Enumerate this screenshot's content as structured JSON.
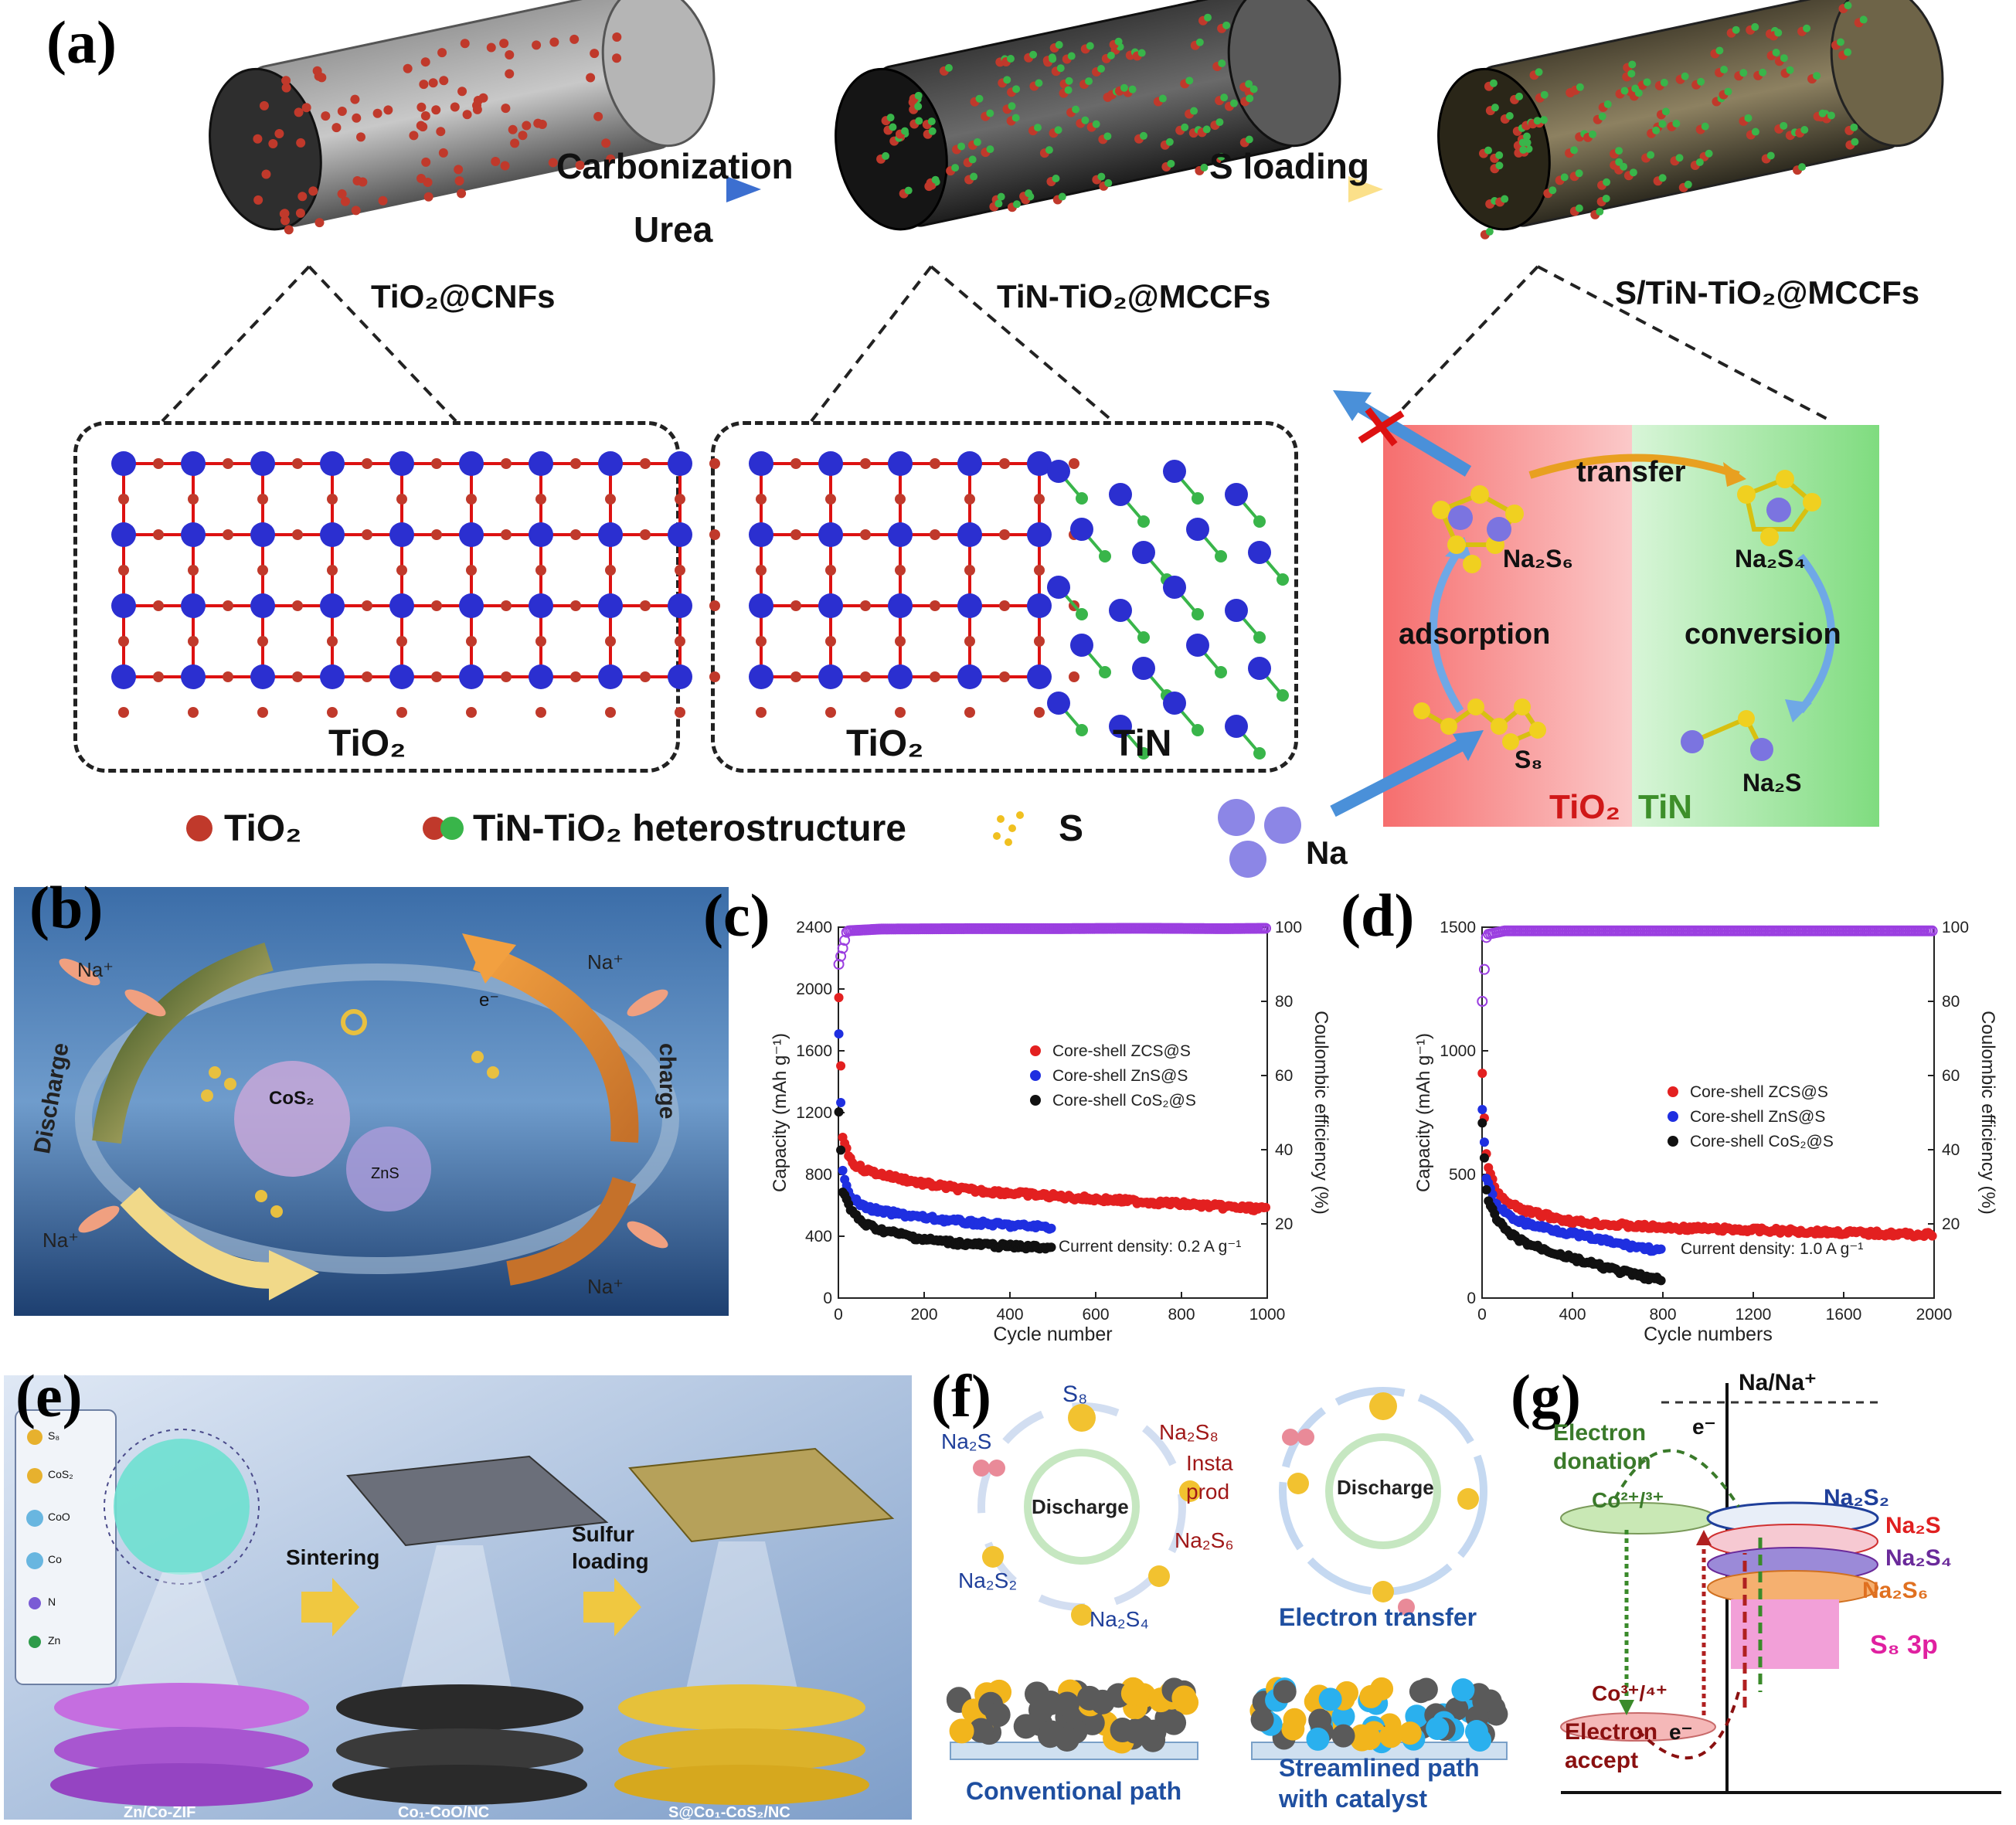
{
  "panels": {
    "a": "(a)",
    "b": "(b)",
    "c": "(c)",
    "d": "(d)",
    "e": "(e)",
    "f": "(f)",
    "g": "(g)"
  },
  "panel_a": {
    "arrow1_top": "Carbonization",
    "arrow1_bottom": "Urea",
    "arrow2_top": "S loading",
    "fiber1_label": "TiO₂@CNFs",
    "fiber2_label": "TiN-TiO₂@MCCFs",
    "fiber3_label": "S/TiN-TiO₂@MCCFs",
    "lattice1_label": "TiO₂",
    "lattice2_label_left": "TiO₂",
    "lattice2_label_right": "TiN",
    "legend_tio2": "TiO₂",
    "legend_hetero": "TiN-TiO₂ heterostructure",
    "legend_s": "S",
    "legend_na": "Na",
    "mech_transfer": "transfer",
    "mech_na2s6": "Na₂S₆",
    "mech_na2s4": "Na₂S₄",
    "mech_adsorption": "adsorption",
    "mech_conversion": "conversion",
    "mech_s8": "S₈",
    "mech_na2s": "Na₂S",
    "mech_tio2": "TiO₂",
    "mech_tin": "TiN",
    "colors": {
      "tio2_red": "#c0392b",
      "tin_green": "#39b54a",
      "ti_blue": "#2b2fd0",
      "mech_red": "#f47c7c",
      "mech_green": "#8fe08f"
    }
  },
  "panel_b": {
    "discharge": "Discharge",
    "charge": "charge",
    "ion": "Na⁺",
    "cos2": "CoS₂",
    "zns": "ZnS",
    "electron": "e⁻"
  },
  "panel_e": {
    "legend_items": [
      "S₈",
      "CoS₂",
      "CoO",
      "Co",
      "N",
      "Zn"
    ],
    "step1": "Sintering",
    "step2_line1": "Sulfur",
    "step2_line2": "loading",
    "label1": "Zn/Co-ZIF",
    "label2": "Co₁-CoO/NC",
    "label3": "S@Co₁-CoS₂/NC"
  },
  "panel_f": {
    "s8": "S₈",
    "na2s8": "Na₂S₈",
    "insta": "Insta",
    "prod": "prod",
    "na2s6": "Na₂S₆",
    "na2s4": "Na₂S₄",
    "na2s2": "Na₂S₂",
    "na2s": "Na₂S",
    "discharge": "Discharge",
    "discharge2": "Discharge",
    "electron_transfer": "Electron transfer",
    "conventional": "Conventional path",
    "streamlined1": "Streamlined path",
    "streamlined2": "with catalyst"
  },
  "panel_g": {
    "ref": "Na/Na⁺",
    "donation1": "Electron",
    "donation2": "donation",
    "co23": "Co²⁺/³⁺",
    "co34": "Co³⁺/⁴⁺",
    "accept1": "Electron",
    "accept2": "accept",
    "electron_top": "e⁻",
    "electron_bottom": "e⁻",
    "na2s2": "Na₂S₂",
    "na2s": "Na₂S",
    "na2s4": "Na₂S₄",
    "na2s6": "Na₂S₆",
    "s8_3p": "S₈ 3p"
  },
  "chart_data": [
    {
      "type": "scatter",
      "id": "c",
      "xlabel": "Cycle number",
      "ylabel": "Capacity (mAh g⁻¹)",
      "y2label": "Coulombic efficiency (%)",
      "xlim": [
        0,
        1000
      ],
      "ylim": [
        0,
        2400
      ],
      "y2lim": [
        0,
        100
      ],
      "xticks": [
        0,
        200,
        400,
        600,
        800,
        1000
      ],
      "yticks": [
        0,
        400,
        800,
        1200,
        1600,
        2000,
        2400
      ],
      "y2ticks": [
        20,
        40,
        60,
        80,
        100
      ],
      "annotation": "Current density: 0.2 A g⁻¹",
      "legend_position": "center-right",
      "series": [
        {
          "name": "Core-shell ZCS@S",
          "color": "#e32020",
          "x": [
            1,
            10,
            30,
            60,
            100,
            200,
            300,
            400,
            500,
            600,
            700,
            800,
            900,
            1000
          ],
          "y": [
            1950,
            1050,
            880,
            830,
            800,
            740,
            700,
            680,
            660,
            640,
            625,
            610,
            590,
            575
          ]
        },
        {
          "name": "Core-shell ZnS@S",
          "color": "#1f2fe0",
          "x": [
            1,
            10,
            30,
            60,
            100,
            200,
            300,
            400,
            500
          ],
          "y": [
            1700,
            820,
            650,
            590,
            560,
            520,
            490,
            470,
            460
          ]
        },
        {
          "name": "Core-shell CoS₂@S",
          "color": "#111111",
          "x": [
            1,
            10,
            30,
            60,
            100,
            200,
            300,
            400,
            500
          ],
          "y": [
            1200,
            700,
            560,
            480,
            440,
            380,
            350,
            335,
            325
          ]
        },
        {
          "name": "Coulombic efficiency",
          "axis": "y2",
          "color": "#9b3fe0",
          "x": [
            1,
            20,
            100,
            300,
            500,
            700,
            900,
            1000
          ],
          "y": [
            90,
            99,
            99.5,
            99.6,
            99.6,
            99.7,
            99.6,
            99.7
          ]
        }
      ]
    },
    {
      "type": "scatter",
      "id": "d",
      "xlabel": "Cycle numbers",
      "ylabel": "Capacity (mAh g⁻¹)",
      "y2label": "Coulombic efficiency (%)",
      "xlim": [
        0,
        2000
      ],
      "ylim": [
        0,
        1500
      ],
      "y2lim": [
        0,
        100
      ],
      "xticks": [
        0,
        400,
        800,
        1200,
        1600,
        2000
      ],
      "yticks": [
        0,
        500,
        1000,
        1500
      ],
      "y2ticks": [
        20,
        40,
        60,
        80,
        100
      ],
      "annotation": "Current density: 1.0 A g⁻¹",
      "legend_position": "center-right",
      "series": [
        {
          "name": "Core-shell ZCS@S",
          "color": "#e32020",
          "x": [
            1,
            20,
            60,
            120,
            200,
            400,
            600,
            800,
            1000,
            1200,
            1400,
            1600,
            1800,
            2000
          ],
          "y": [
            900,
            560,
            430,
            380,
            350,
            310,
            295,
            285,
            280,
            275,
            270,
            265,
            260,
            255
          ]
        },
        {
          "name": "Core-shell ZnS@S",
          "color": "#1f2fe0",
          "x": [
            1,
            20,
            60,
            120,
            200,
            400,
            600,
            800
          ],
          "y": [
            760,
            480,
            380,
            330,
            300,
            260,
            220,
            190
          ]
        },
        {
          "name": "Core-shell CoS₂@S",
          "color": "#111111",
          "x": [
            1,
            20,
            60,
            120,
            200,
            400,
            600,
            800
          ],
          "y": [
            700,
            420,
            320,
            260,
            220,
            160,
            110,
            70
          ]
        },
        {
          "name": "Coulombic efficiency",
          "axis": "y2",
          "color": "#9b3fe0",
          "x": [
            1,
            20,
            100,
            400,
            800,
            1200,
            1600,
            2000
          ],
          "y": [
            80,
            98,
            99,
            99,
            99,
            99,
            99,
            99
          ]
        }
      ]
    }
  ]
}
